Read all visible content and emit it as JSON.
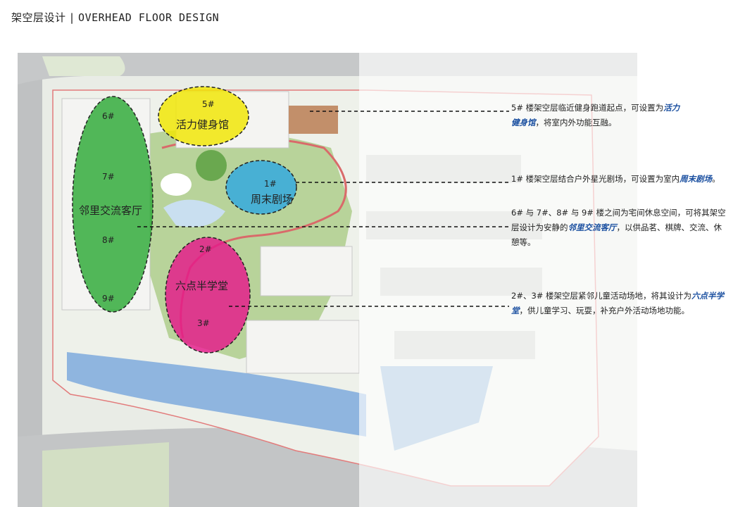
{
  "header": {
    "title_cn": "架空层设计",
    "separator": "|",
    "title_en": "OVERHEAD FLOOR DESIGN"
  },
  "zones": {
    "fitness": {
      "building": "5#",
      "name": "活力健身馆",
      "color": "#f2e600"
    },
    "theater": {
      "building": "1#",
      "name": "周末剧场",
      "color": "#2fa8e0"
    },
    "lounge": {
      "buildings": [
        "6#",
        "7#",
        "8#",
        "9#"
      ],
      "name": "邻里交流客厅",
      "color": "#2da936"
    },
    "study": {
      "buildings": [
        "2#",
        "3#"
      ],
      "name": "六点半学堂",
      "color": "#e5198a"
    }
  },
  "notes": [
    {
      "parts": [
        "5# 楼架空层临近健身跑道起点，可设置为",
        "活力健身馆",
        "，将室内外功能互融。"
      ]
    },
    {
      "parts": [
        "1# 楼架空层结合户外星光剧场，可设置为室内",
        "周末剧场",
        "。"
      ]
    },
    {
      "parts": [
        "6# 与 7#、8# 与 9# 楼之间为宅间休息空间，可将其架空层设计为安静的",
        "邻里交流客厅",
        "，以供品茗、棋牌、交流、休憩等。"
      ]
    },
    {
      "parts": [
        "2#、3# 楼架空层紧邻儿童活动场地，将其设计为",
        "六点半学堂",
        "，供儿童学习、玩耍，补充户外活动场地功能。"
      ]
    }
  ]
}
